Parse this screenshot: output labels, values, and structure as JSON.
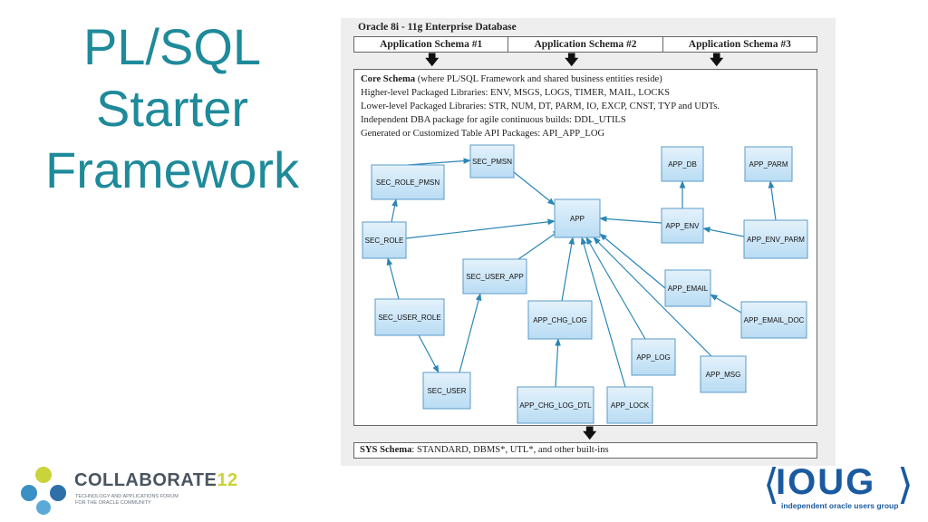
{
  "slide": {
    "title_lines": [
      "PL/SQL",
      "Starter",
      "Framework"
    ]
  },
  "diagram": {
    "db_title": "Oracle 8i - 11g Enterprise Database",
    "app_schemas": [
      "Application Schema #1",
      "Application Schema #2",
      "Application Schema #3"
    ],
    "core": {
      "heading": "Core Schema",
      "heading_note": " (where PL/SQL Framework and shared business entities reside)",
      "lines": [
        "Higher-level Packaged Libraries: ENV, MSGS, LOGS, TIMER, MAIL, LOCKS",
        "Lower-level Packaged Libraries: STR, NUM, DT, PARM, IO, EXCP, CNST, TYP and UDTs.",
        "Independent DBA package for agile continuous builds: DDL_UTILS",
        "Generated or Customized Table API Packages: API_APP_LOG"
      ]
    },
    "sys": {
      "heading": "SYS Schema",
      "text": ": STANDARD, DBMS*, UTL*, and other built-ins"
    },
    "nodes": {
      "sec_pmsn": "SEC_PMSN",
      "sec_role_pmsn": "SEC_ROLE_PMSN",
      "sec_role": "SEC_ROLE",
      "sec_user_role": "SEC_USER_ROLE",
      "sec_user": "SEC_USER",
      "sec_user_app": "SEC_USER_APP",
      "app": "APP",
      "app_db": "APP_DB",
      "app_parm": "APP_PARM",
      "app_env": "APP_ENV",
      "app_env_parm": "APP_ENV_PARM",
      "app_email": "APP_EMAIL",
      "app_email_doc": "APP_EMAIL_DOC",
      "app_chg_log": "APP_CHG_LOG",
      "app_chg_log_dtl": "APP_CHG_LOG_DTL",
      "app_log": "APP_LOG",
      "app_lock": "APP_LOCK",
      "app_msg": "APP_MSG"
    }
  },
  "logos": {
    "collaborate_word": "COLLABORATE",
    "collaborate_num": "12",
    "collaborate_sub_1": "TECHNOLOGY AND APPLICATIONS FORUM",
    "collaborate_sub_2": "FOR THE ORACLE COMMUNITY",
    "ioug_main": "IOUG",
    "ioug_sub": "independent oracle users group"
  },
  "colors": {
    "title": "#1e8a9a",
    "node_fill": "#cfe6f7",
    "edge": "#2a86b5",
    "ioug": "#1a5aa0"
  }
}
